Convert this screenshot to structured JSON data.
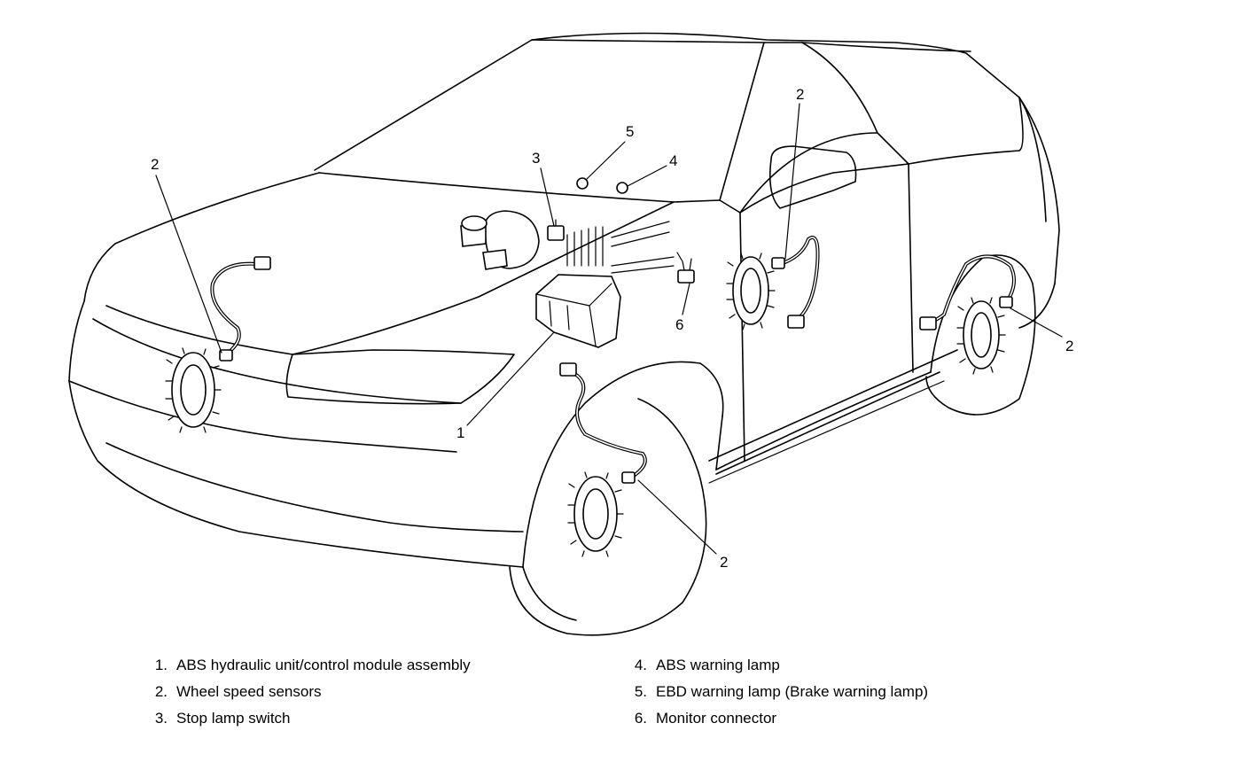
{
  "callouts": {
    "abs_unit": "1",
    "sensor_front_left": "2",
    "sensor_front_right": "2",
    "sensor_rear_left": "2",
    "sensor_rear_right": "2",
    "stop_lamp_switch": "3",
    "abs_warning_lamp": "4",
    "ebd_warning_lamp": "5",
    "monitor_connector": "6"
  },
  "legend": [
    {
      "num": "1.",
      "text": "ABS hydraulic unit/control module assembly"
    },
    {
      "num": "2.",
      "text": "Wheel speed sensors"
    },
    {
      "num": "3.",
      "text": "Stop lamp switch"
    },
    {
      "num": "4.",
      "text": "ABS warning lamp"
    },
    {
      "num": "5.",
      "text": "EBD warning lamp (Brake warning lamp)"
    },
    {
      "num": "6.",
      "text": "Monitor connector"
    }
  ]
}
